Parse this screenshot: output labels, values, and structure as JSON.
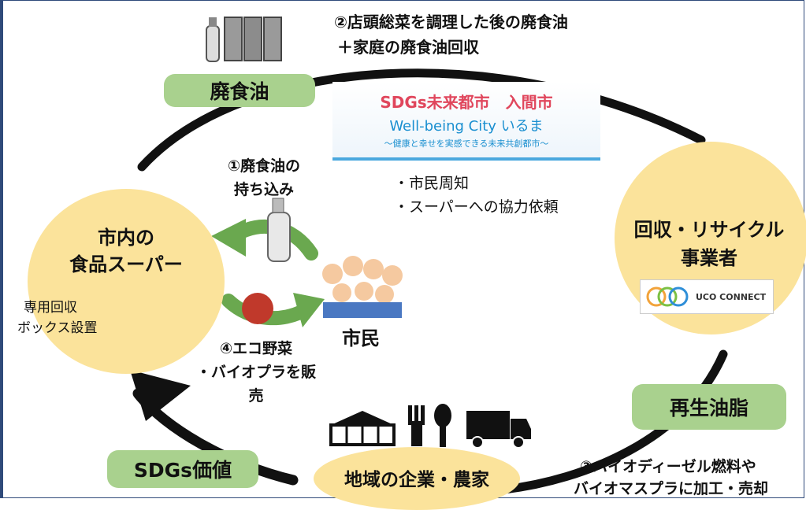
{
  "step2": {
    "line1": "②店頭総菜を調理した後の廃食油",
    "line2": "＋家庭の廃食油回収"
  },
  "waste_oil_label": "廃食油",
  "logo": {
    "line1": "SDGs未来都市　入間市",
    "line2": "Well-being City いるま",
    "line3": "〜健康と幸せを実感できる未来共創都市〜"
  },
  "step1": {
    "line1": "①廃食油の",
    "line2": "持ち込み"
  },
  "city_actions": [
    "・市民周知",
    "・スーパーへの協力依頼"
  ],
  "supermarket": {
    "line1": "市内の",
    "line2": "食品スーパー"
  },
  "box_note": {
    "line1": "専用回収",
    "line2": "ボックス設置"
  },
  "recycler": {
    "line1": "回収・リサイクル",
    "line2": "事業者"
  },
  "uco_logo_text": "UCO CONNECT",
  "citizens_label": "市民",
  "step4": {
    "line1": "④エコ野菜",
    "line2": "・バイオプラを販",
    "line3": "売"
  },
  "regen_oil_label": "再生油脂",
  "sdgs_value_label": "SDGs価値",
  "local_label": "地域の企業・農家",
  "step3": {
    "line1": "③バイオディーゼル燃料や",
    "line2": "バイオマスプラに加工・売却"
  },
  "colors": {
    "pill_green": "#a9d18e",
    "circle_yellow": "#fbe39b",
    "arrow_green": "#6aa84f",
    "frame_blue": "#2f4a7a"
  }
}
